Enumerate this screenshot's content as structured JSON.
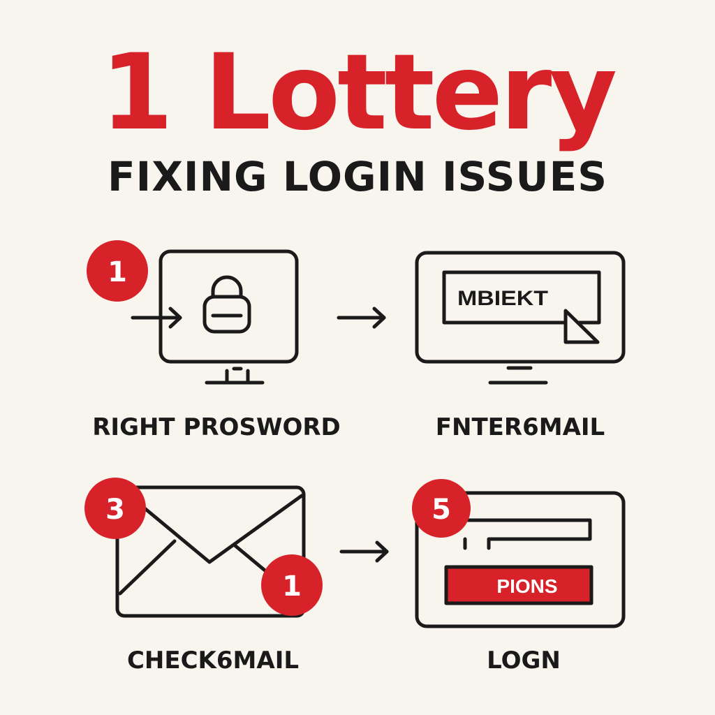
{
  "header": {
    "title": "1 Lottery",
    "subtitle": "FIXING LOGIN ISSUES"
  },
  "colors": {
    "accent": "#d8222a",
    "ink": "#1a1a1a",
    "background": "#f8f4ee"
  },
  "steps": [
    {
      "badge": "1",
      "label": "RIGHT PROSWORD",
      "icon": "monitor-lock-icon"
    },
    {
      "label": "FNTER6MAIL",
      "screen_text": "MBIEKT",
      "icon": "monitor-cursor-icon"
    },
    {
      "badge": "3",
      "secondary_badge": "1",
      "label": "CHECK6MAIL",
      "icon": "envelope-icon"
    },
    {
      "badge": "5",
      "label": "LOGN",
      "button_text": "PIONS",
      "icon": "login-form-icon"
    }
  ]
}
